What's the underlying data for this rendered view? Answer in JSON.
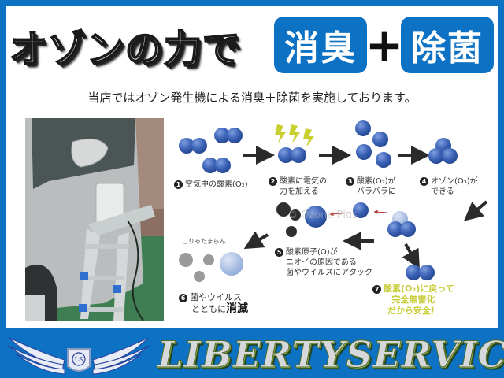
{
  "header": {
    "headline": "オゾンの力で",
    "tag_deodorize": "消臭",
    "plus": "+",
    "tag_sterilize": "除菌"
  },
  "subtitle": "当店ではオゾン発生機による消臭＋除菌を実施しております。",
  "photo": {
    "alt": "ozone-generator-on-stepladder-beside-silver-car"
  },
  "diagram": {
    "steps": [
      {
        "num": "1",
        "lines": [
          "空気中の酸素(O₂)"
        ]
      },
      {
        "num": "2",
        "lines": [
          "酸素に電気の",
          "力を加える"
        ]
      },
      {
        "num": "3",
        "lines": [
          "酸素(O₂)が",
          "バラバラに"
        ]
      },
      {
        "num": "4",
        "lines": [
          "オゾン(O₃)が",
          "できる"
        ]
      },
      {
        "num": "5",
        "lines": [
          "酸素原子(O)が",
          "ニオイの原因である",
          "菌やウイルスにアタック"
        ]
      },
      {
        "num": "6",
        "line1": "菌やウイルス",
        "line2_prefix": "とともに",
        "line2_emph": "消滅"
      },
      {
        "num": "7",
        "lines": [
          "酸素(O₂)に戻って",
          "完全無害化",
          "だから安全！"
        ]
      }
    ],
    "germ_speech": "こりゃたまらん…",
    "watermark": "© Ozone Plus",
    "colors": {
      "molecule": "#3b62b5",
      "molecule_light": "#9db3de",
      "spark": "#c9cf2e",
      "arrow": "#2b2b2b",
      "safe_text": "#c8cd3a"
    }
  },
  "footer": {
    "brand_word1": "LIBERTY",
    "brand_word2": "SERVICE",
    "emblem_initials": "LS"
  },
  "colors": {
    "frame": "#0d72c4",
    "panel": "#ffffff"
  }
}
